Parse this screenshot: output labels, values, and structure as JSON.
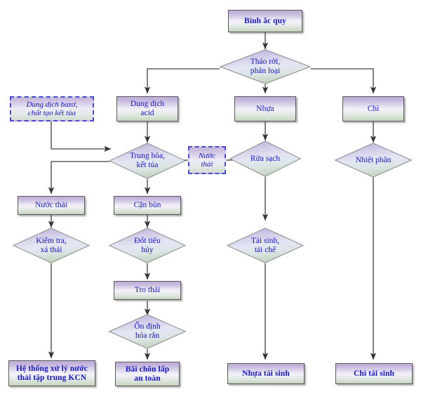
{
  "diagram": {
    "title": "Quy trinh xu ly binh ac quy",
    "type": "flowchart",
    "colors": {
      "text": "#1616c8",
      "box_border": "#5a5a5a",
      "dashed_border": "#4a4ad2",
      "connector": "#404040",
      "gradient_top": "#bdabd6",
      "gradient_mid": "#f4f2fa",
      "gradient_bottom": "#c3d3bd"
    }
  },
  "nodes": {
    "battery": {
      "label": "Bình ắc quy",
      "shape": "box",
      "bold": true
    },
    "dismantle": {
      "label": "Tháo rời,\nphân loại",
      "shape": "diamond"
    },
    "base_solution": {
      "label": "Dung dịch bazơ,\nchất tạo kết tủa",
      "shape": "dashed-note"
    },
    "acid_solution": {
      "label": "Dung dịch\nacid",
      "shape": "box"
    },
    "plastic": {
      "label": "Nhựa",
      "shape": "box"
    },
    "lead": {
      "label": "Chì",
      "shape": "box"
    },
    "neutralize": {
      "label": "Trung hòa,\nkết tủa",
      "shape": "diamond"
    },
    "wastewater_note": {
      "label": "Nước\nthải",
      "shape": "dashed-note"
    },
    "wash": {
      "label": "Rửa sạch",
      "shape": "diamond"
    },
    "pyrolysis": {
      "label": "Nhiệt phân",
      "shape": "diamond"
    },
    "wastewater": {
      "label": "Nước thải",
      "shape": "box"
    },
    "sludge": {
      "label": "Cặn bùn",
      "shape": "box"
    },
    "check_discharge": {
      "label": "Kiểm tra,\nxả thải",
      "shape": "diamond"
    },
    "incinerate": {
      "label": "Đốt tiêu\nhủy",
      "shape": "diamond"
    },
    "recycle_plastic": {
      "label": "Tái sinh,\ntái chế",
      "shape": "diamond"
    },
    "ash": {
      "label": "Tro thải",
      "shape": "box"
    },
    "solidify": {
      "label": "Ổn định\nhóa rắn",
      "shape": "diamond"
    },
    "wwtp": {
      "label": "Hệ thống xử lý nước\nthải tập trung KCN",
      "shape": "box",
      "bold": true
    },
    "landfill": {
      "label": "Bãi chôn lấp\nan toàn",
      "shape": "box",
      "bold": true
    },
    "regen_plastic": {
      "label": "Nhựa tái sinh",
      "shape": "box",
      "bold": true
    },
    "regen_lead": {
      "label": "Chì tái sinh",
      "shape": "box",
      "bold": true
    }
  },
  "edges": [
    {
      "from": "battery",
      "to": "dismantle"
    },
    {
      "from": "dismantle",
      "to": "acid_solution"
    },
    {
      "from": "dismantle",
      "to": "plastic"
    },
    {
      "from": "dismantle",
      "to": "lead"
    },
    {
      "from": "base_solution",
      "to": "neutralize"
    },
    {
      "from": "acid_solution",
      "to": "neutralize"
    },
    {
      "from": "neutralize",
      "to": "wastewater_note"
    },
    {
      "from": "neutralize",
      "to": "wastewater"
    },
    {
      "from": "neutralize",
      "to": "sludge"
    },
    {
      "from": "wastewater",
      "to": "check_discharge"
    },
    {
      "from": "check_discharge",
      "to": "wwtp"
    },
    {
      "from": "sludge",
      "to": "incinerate"
    },
    {
      "from": "incinerate",
      "to": "ash"
    },
    {
      "from": "ash",
      "to": "solidify"
    },
    {
      "from": "solidify",
      "to": "landfill"
    },
    {
      "from": "plastic",
      "to": "wash"
    },
    {
      "from": "wash",
      "to": "wastewater_note"
    },
    {
      "from": "wash",
      "to": "recycle_plastic"
    },
    {
      "from": "recycle_plastic",
      "to": "regen_plastic"
    },
    {
      "from": "lead",
      "to": "pyrolysis"
    },
    {
      "from": "pyrolysis",
      "to": "regen_lead"
    }
  ]
}
